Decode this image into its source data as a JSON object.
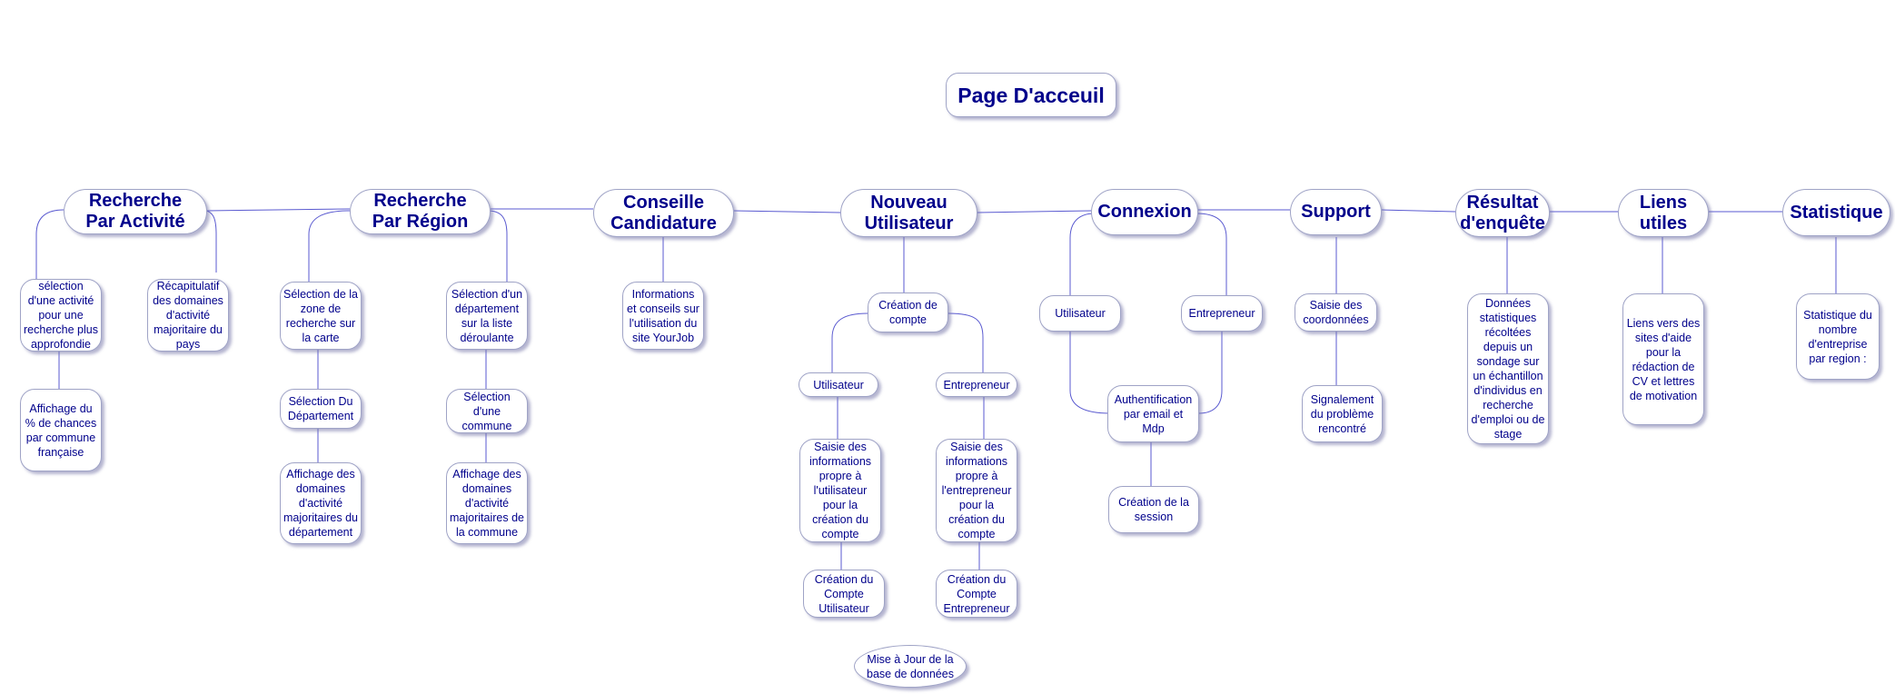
{
  "title": "Page D'acceuil",
  "sections": {
    "recherche_activite": {
      "label": "Recherche\nPar Activité",
      "items": [
        "sélection d'une activité pour une recherche plus approfondie",
        "Récapitulatif des domaines d'activité majoritaire du pays",
        "Affichage du % de chances par commune française"
      ]
    },
    "recherche_region": {
      "label": "Recherche\nPar Région",
      "items": [
        "Sélection de la zone de recherche sur la carte",
        "Sélection Du Département",
        "Affichage des domaines d'activité majoritaires du département",
        "Sélection d'un département sur la liste déroulante",
        "Sélection d'une commune",
        "Affichage des domaines d'activité majoritaires de la commune"
      ]
    },
    "conseille": {
      "label": "Conseille\nCandidature",
      "items": [
        "Informations et conseils sur l'utilisation du site YourJob"
      ]
    },
    "nouveau": {
      "label": "Nouveau\nUtilisateur",
      "items": [
        "Création de compte",
        "Utilisateur",
        "Entrepreneur",
        "Saisie des informations propre à l'utilisateur pour la création du compte",
        "Saisie des informations propre à l'entrepreneur pour la création du compte",
        "Création du Compte Utilisateur",
        "Création du Compte Entrepreneur",
        "Mise à Jour de la base de données"
      ]
    },
    "connexion": {
      "label": "Connexion",
      "items": [
        "Utilisateur",
        "Entrepreneur",
        "Authentification par email et Mdp",
        "Création de la session"
      ]
    },
    "support": {
      "label": "Support",
      "items": [
        "Saisie des coordonnées",
        "Signalement du problème rencontré"
      ]
    },
    "resultat": {
      "label": "Résultat\nd'enquête",
      "items": [
        "Données statistiques récoltées depuis un sondage sur un échantillon d'individus en recherche d'emploi ou de stage"
      ]
    },
    "liens": {
      "label": "Liens\nutiles",
      "items": [
        "Liens vers des sites d'aide pour la rédaction de CV et lettres de motivation"
      ]
    },
    "statistique": {
      "label": "Statistique",
      "items": [
        "Statistique du nombre d'entreprise par region :"
      ]
    }
  },
  "colors": {
    "text": "#00008b",
    "edge": "#5a5ad0",
    "border": "#9fa3c6"
  }
}
